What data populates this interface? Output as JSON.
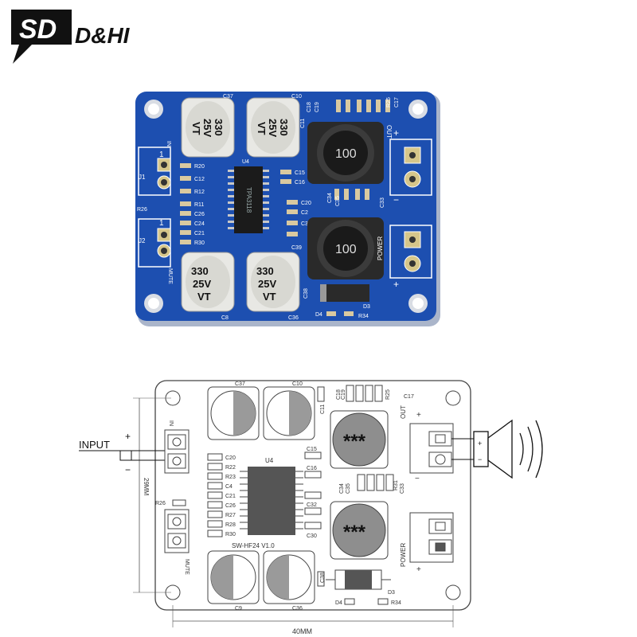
{
  "logo": {
    "mark_text": "SD",
    "brand_text": "D&HI"
  },
  "photo": {
    "board_color": "#1d4fb0",
    "capacitors": [
      {
        "ref": "C37",
        "value": "330",
        "voltage": "25V",
        "series": "VT"
      },
      {
        "ref": "C10",
        "value": "330",
        "voltage": "25V",
        "series": "VT"
      },
      {
        "ref": "C8",
        "value": "330",
        "voltage": "25V",
        "series": "VT"
      },
      {
        "ref": "C36",
        "value": "330",
        "voltage": "25V",
        "series": "VT"
      }
    ],
    "inductor_label": "100",
    "chip_ref": "U4",
    "chip_text": "TPA3118",
    "silk": {
      "j1": "J1",
      "j2": "J2",
      "in": "IN",
      "mute": "MUTE",
      "out": "OUT",
      "power": "POWER",
      "plus": "+",
      "minus": "−",
      "r20": "R20",
      "c12": "C12",
      "r12": "R12",
      "r11": "R11",
      "c26": "C26",
      "c24": "C24",
      "c21": "C21",
      "r30": "R30",
      "r26": "R26",
      "c15": "C15",
      "c16": "C16",
      "c20": "C20",
      "c2": "C2",
      "c32": "C32",
      "c39": "C39",
      "c38": "C38",
      "c34": "C34",
      "c35": "C35",
      "c33": "C33",
      "c18": "C18",
      "c19": "C19",
      "r25": "R25",
      "c17": "C17",
      "c11": "C11",
      "d3": "D3",
      "d4": "D4",
      "r34": "R34",
      "one": "1"
    }
  },
  "drawing": {
    "input_label": "INPUT",
    "plus": "+",
    "minus": "−",
    "in_label": "IN",
    "mute_label": "MUTE",
    "out_label": "OUT",
    "power_label": "POWER",
    "width_label": "40MM",
    "height_label": "29MM",
    "version_label": "SW-HF24 V1.0",
    "chip_ref": "U4",
    "inductor_text": "***",
    "cap_refs": [
      "C37",
      "C10",
      "C9",
      "C36"
    ],
    "refs_left": [
      "C20",
      "R22",
      "R23",
      "C4",
      "C21",
      "C26",
      "R27",
      "R28",
      "R30"
    ],
    "refs_right": [
      "C15",
      "C16",
      "C32",
      "C30"
    ],
    "r26": "R26",
    "c11": "C11",
    "top_refs": [
      "C18",
      "C19",
      "R25",
      "C17"
    ],
    "mid_refs": [
      "C34",
      "C35",
      "R31",
      "C33"
    ],
    "c38": "C38",
    "d3": "D3",
    "d4": "D4",
    "r34": "R34"
  }
}
